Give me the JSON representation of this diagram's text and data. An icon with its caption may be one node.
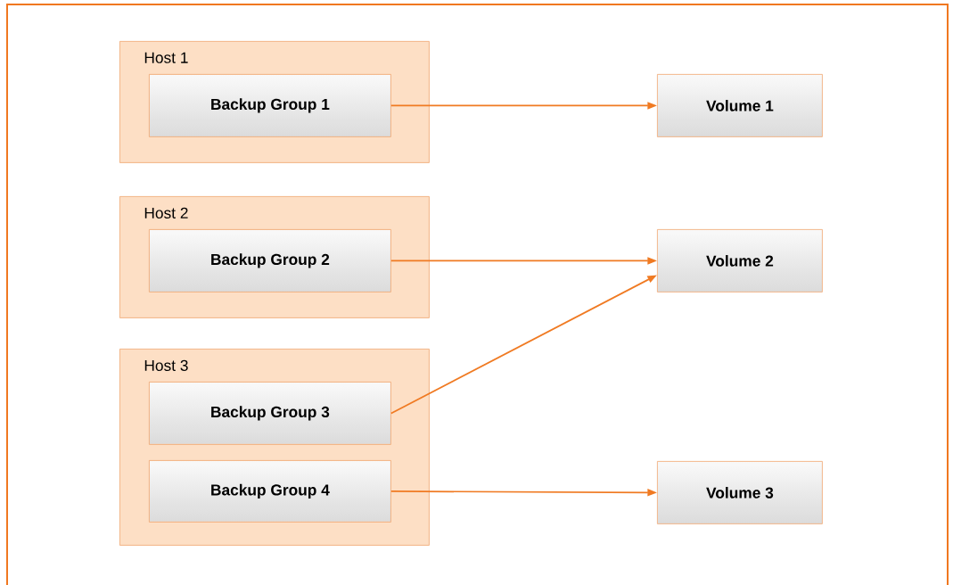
{
  "diagram": {
    "nodes": [
      {
        "text": [
          "Host 1"
        ]
      },
      {
        "text": [
          "Backup Group 1"
        ],
        "in": 0
      },
      {
        "text": [
          "Host 2"
        ]
      },
      {
        "text": [
          "Backup Group 2"
        ],
        "in": 2
      },
      {
        "text": [
          "Host 3"
        ]
      },
      {
        "text": [
          "Backup Group 3"
        ],
        "in": 4
      },
      {
        "text": [
          "Backup Group 4"
        ],
        "in": 4
      },
      {
        "text": [
          "Volume 1"
        ]
      },
      {
        "text": [
          "Volume 2"
        ]
      },
      {
        "text": [
          "Volume 3"
        ]
      }
    ],
    "edges": [
      {
        "from": 1,
        "to": 7,
        "arrow": "to"
      },
      {
        "from": 3,
        "to": 8,
        "arrow": "to"
      },
      {
        "from": 5,
        "to": 8,
        "arrow": "to"
      },
      {
        "from": 6,
        "to": 9,
        "arrow": "to"
      }
    ]
  }
}
